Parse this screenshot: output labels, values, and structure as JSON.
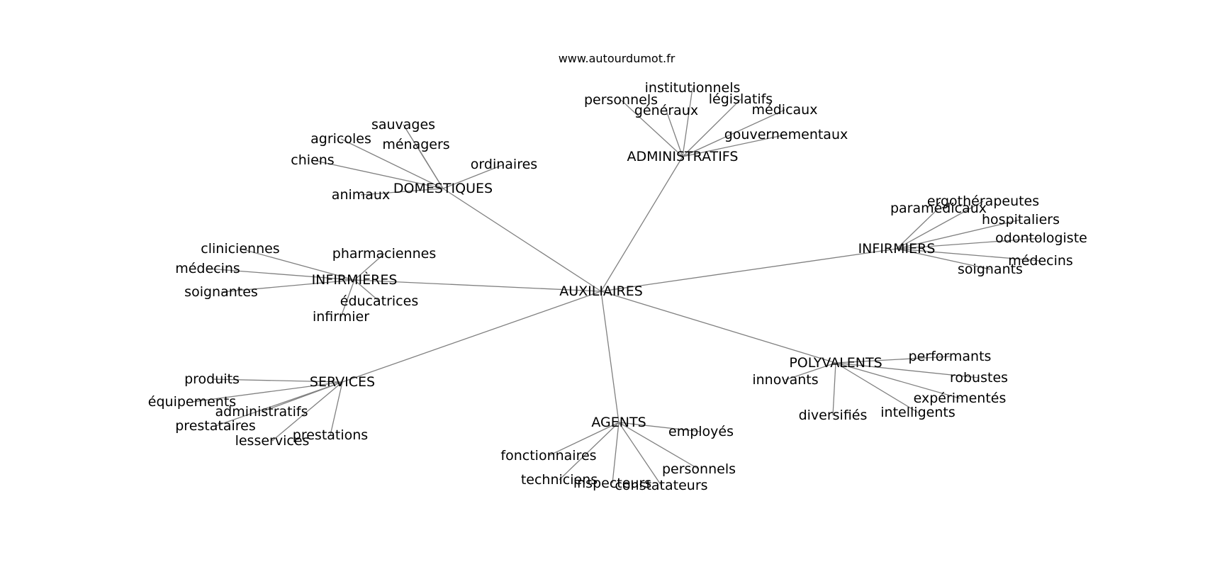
{
  "header": {
    "site": "www.autourdumot.fr"
  },
  "graph": {
    "nodes": [
      {
        "id": "auxiliaires",
        "label": "AUXILIAIRES"
      },
      {
        "id": "administratifs",
        "label": "ADMINISTRATIFS"
      },
      {
        "id": "domestiques",
        "label": "DOMESTIQUES"
      },
      {
        "id": "infirmieres",
        "label": "INFIRMIÈRES"
      },
      {
        "id": "infirmiers",
        "label": "INFIRMIERS"
      },
      {
        "id": "services",
        "label": "SERVICES"
      },
      {
        "id": "agents",
        "label": "AGENTS"
      },
      {
        "id": "polyvalents",
        "label": "POLYVALENTS"
      },
      {
        "id": "adm-personnels",
        "label": "personnels"
      },
      {
        "id": "adm-institutionnels",
        "label": "institutionnels"
      },
      {
        "id": "adm-generaux",
        "label": "généraux"
      },
      {
        "id": "adm-legislatifs",
        "label": "législatifs"
      },
      {
        "id": "adm-medicaux",
        "label": "médicaux"
      },
      {
        "id": "adm-gouvernementaux",
        "label": "gouvernementaux"
      },
      {
        "id": "dom-sauvages",
        "label": "sauvages"
      },
      {
        "id": "dom-agricoles",
        "label": "agricoles"
      },
      {
        "id": "dom-menagers",
        "label": "ménagers"
      },
      {
        "id": "dom-chiens",
        "label": "chiens"
      },
      {
        "id": "dom-ordinaires",
        "label": "ordinaires"
      },
      {
        "id": "dom-animaux",
        "label": "animaux"
      },
      {
        "id": "ies-cliniciennes",
        "label": "cliniciennes"
      },
      {
        "id": "ies-pharmaciennes",
        "label": "pharmaciennes"
      },
      {
        "id": "ies-medecins",
        "label": "médecins"
      },
      {
        "id": "ies-soignantes",
        "label": "soignantes"
      },
      {
        "id": "ies-educatrices",
        "label": "éducatrices"
      },
      {
        "id": "ies-infirmier",
        "label": "infirmier"
      },
      {
        "id": "iers-ergotherapeutes",
        "label": "ergothérapeutes"
      },
      {
        "id": "iers-paramedicaux",
        "label": "paramédicaux"
      },
      {
        "id": "iers-hospitaliers",
        "label": "hospitaliers"
      },
      {
        "id": "iers-odontologiste",
        "label": "odontologiste"
      },
      {
        "id": "iers-medecins",
        "label": "médecins"
      },
      {
        "id": "iers-soignants",
        "label": "soignants"
      },
      {
        "id": "srv-produits",
        "label": "produits"
      },
      {
        "id": "srv-equipements",
        "label": "équipements"
      },
      {
        "id": "srv-administratifs",
        "label": "administratifs"
      },
      {
        "id": "srv-prestataires",
        "label": "prestataires"
      },
      {
        "id": "srv-prestations",
        "label": "prestations"
      },
      {
        "id": "srv-lesservices",
        "label": "lesservices"
      },
      {
        "id": "pol-performants",
        "label": "performants"
      },
      {
        "id": "pol-innovants",
        "label": "innovants"
      },
      {
        "id": "pol-robustes",
        "label": "robustes"
      },
      {
        "id": "pol-experimentes",
        "label": "expérimentés"
      },
      {
        "id": "pol-diversifies",
        "label": "diversifiés"
      },
      {
        "id": "pol-intelligents",
        "label": "intelligents"
      },
      {
        "id": "agt-employes",
        "label": "employés"
      },
      {
        "id": "agt-fonctionnaires",
        "label": "fonctionnaires"
      },
      {
        "id": "agt-personnels",
        "label": "personnels"
      },
      {
        "id": "agt-techniciens",
        "label": "techniciens"
      },
      {
        "id": "agt-inspecteurs",
        "label": "inspecteurs"
      },
      {
        "id": "agt-constatateurs",
        "label": "constatateurs"
      }
    ],
    "edges": [
      [
        "auxiliaires",
        "administratifs"
      ],
      [
        "auxiliaires",
        "domestiques"
      ],
      [
        "auxiliaires",
        "infirmieres"
      ],
      [
        "auxiliaires",
        "infirmiers"
      ],
      [
        "auxiliaires",
        "services"
      ],
      [
        "auxiliaires",
        "agents"
      ],
      [
        "auxiliaires",
        "polyvalents"
      ],
      [
        "administratifs",
        "adm-personnels"
      ],
      [
        "administratifs",
        "adm-institutionnels"
      ],
      [
        "administratifs",
        "adm-generaux"
      ],
      [
        "administratifs",
        "adm-legislatifs"
      ],
      [
        "administratifs",
        "adm-medicaux"
      ],
      [
        "administratifs",
        "adm-gouvernementaux"
      ],
      [
        "domestiques",
        "dom-sauvages"
      ],
      [
        "domestiques",
        "dom-agricoles"
      ],
      [
        "domestiques",
        "dom-menagers"
      ],
      [
        "domestiques",
        "dom-chiens"
      ],
      [
        "domestiques",
        "dom-ordinaires"
      ],
      [
        "domestiques",
        "dom-animaux"
      ],
      [
        "infirmieres",
        "ies-cliniciennes"
      ],
      [
        "infirmieres",
        "ies-pharmaciennes"
      ],
      [
        "infirmieres",
        "ies-medecins"
      ],
      [
        "infirmieres",
        "ies-soignantes"
      ],
      [
        "infirmieres",
        "ies-educatrices"
      ],
      [
        "infirmieres",
        "ies-infirmier"
      ],
      [
        "infirmiers",
        "iers-ergotherapeutes"
      ],
      [
        "infirmiers",
        "iers-paramedicaux"
      ],
      [
        "infirmiers",
        "iers-hospitaliers"
      ],
      [
        "infirmiers",
        "iers-odontologiste"
      ],
      [
        "infirmiers",
        "iers-medecins"
      ],
      [
        "infirmiers",
        "iers-soignants"
      ],
      [
        "services",
        "srv-produits"
      ],
      [
        "services",
        "srv-equipements"
      ],
      [
        "services",
        "srv-administratifs"
      ],
      [
        "services",
        "srv-prestataires"
      ],
      [
        "services",
        "srv-prestations"
      ],
      [
        "services",
        "srv-lesservices"
      ],
      [
        "polyvalents",
        "pol-performants"
      ],
      [
        "polyvalents",
        "pol-innovants"
      ],
      [
        "polyvalents",
        "pol-robustes"
      ],
      [
        "polyvalents",
        "pol-experimentes"
      ],
      [
        "polyvalents",
        "pol-diversifies"
      ],
      [
        "polyvalents",
        "pol-intelligents"
      ],
      [
        "agents",
        "agt-employes"
      ],
      [
        "agents",
        "agt-fonctionnaires"
      ],
      [
        "agents",
        "agt-personnels"
      ],
      [
        "agents",
        "agt-techniciens"
      ],
      [
        "agents",
        "agt-inspecteurs"
      ],
      [
        "agents",
        "agt-constatateurs"
      ]
    ]
  }
}
